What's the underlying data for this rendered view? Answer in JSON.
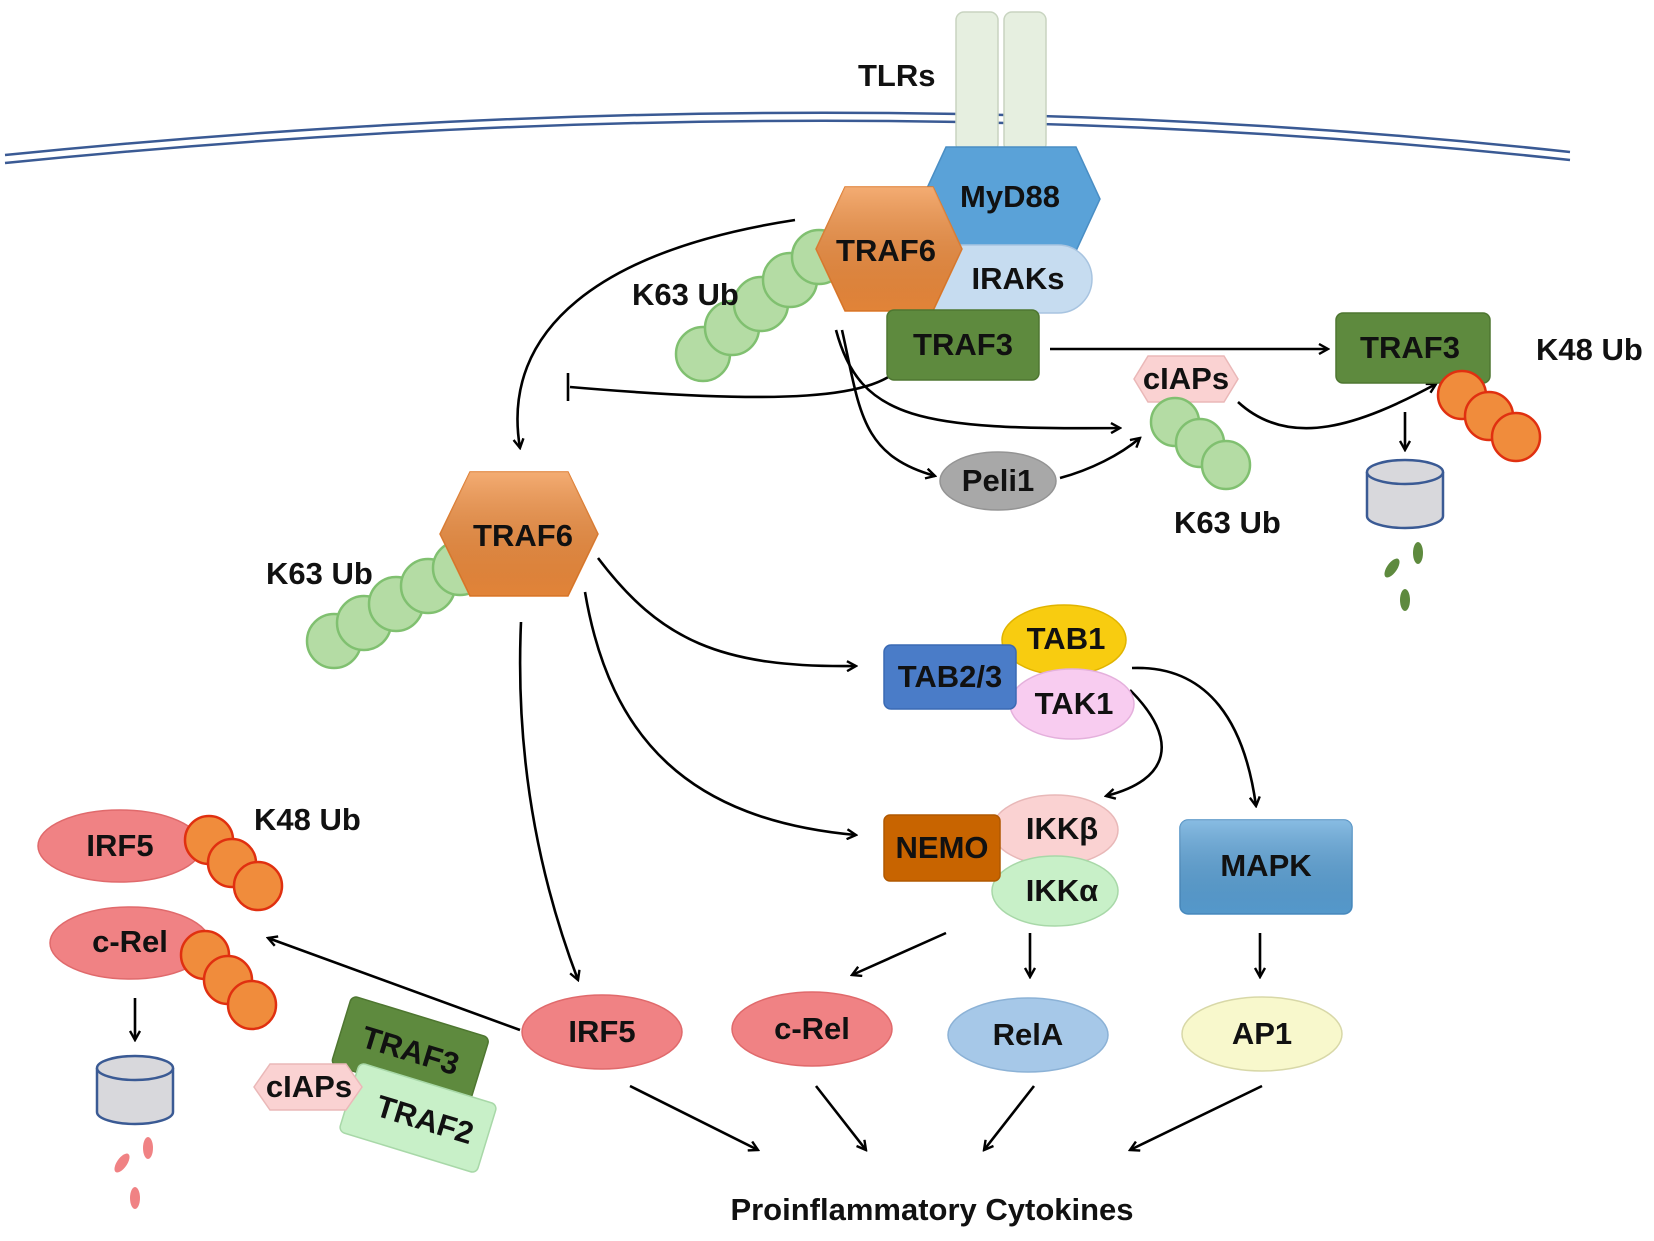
{
  "labels": {
    "tlrs": "TLRs",
    "myd88": "MyD88",
    "traf6_top": "TRAF6",
    "iraks": "IRAKs",
    "traf3_top": "TRAF3",
    "k63_top": "K63 Ub",
    "traf3_right": "TRAF3",
    "k48_right": "K48 Ub",
    "ciaps_top": "cIAPs",
    "peli1": "Peli1",
    "k63_mid": "K63 Ub",
    "traf6_mid": "TRAF6",
    "k63_left": "K63 Ub",
    "tab1": "TAB1",
    "tab23": "TAB2/3",
    "tak1": "TAK1",
    "nemo": "NEMO",
    "ikkb": "IKKβ",
    "ikka": "IKKα",
    "mapk": "MAPK",
    "irf5_deg": "IRF5",
    "k48_left": "K48 Ub",
    "crel_deg": "c-Rel",
    "traf3_bottom": "TRAF3",
    "ciaps_bottom": "cIAPs",
    "traf2": "TRAF2",
    "irf5": "IRF5",
    "crel": "c-Rel",
    "rela": "RelA",
    "ap1": "AP1",
    "cytokines": "Proinflammatory Cytokines"
  },
  "colors": {
    "membrane": "#3a5a94",
    "receptor_fill": "#e6efe0",
    "myd88": "#5aa2d8",
    "traf6": "#f08c3c",
    "iraks": "#c6dcf0",
    "traf3": "#5e8a3e",
    "ub_k63_fill": "#b4dca4",
    "ub_k63_stroke": "#80c070",
    "ub_k48_fill": "#f08c3c",
    "ub_k48_stroke": "#e03010",
    "ciaps": "#fad2d2",
    "peli1": "#a8a8a8",
    "tab1": "#f8cc10",
    "tab23": "#4a7cc8",
    "tak1": "#f8ccf0",
    "nemo": "#c86400",
    "ikkb": "#fad2d2",
    "ikka": "#c8f0c8",
    "mapk": "#5aa2d8",
    "irf5": "#f08284",
    "crel": "#f08284",
    "rela": "#a6c8e8",
    "ap1": "#f8f8cc",
    "traf2": "#c8f0c8",
    "proteasome_fill": "#d8d8dc",
    "proteasome_stroke": "#3a5a94",
    "fragments_green": "#5e8a3e",
    "fragments_red": "#f08284"
  }
}
